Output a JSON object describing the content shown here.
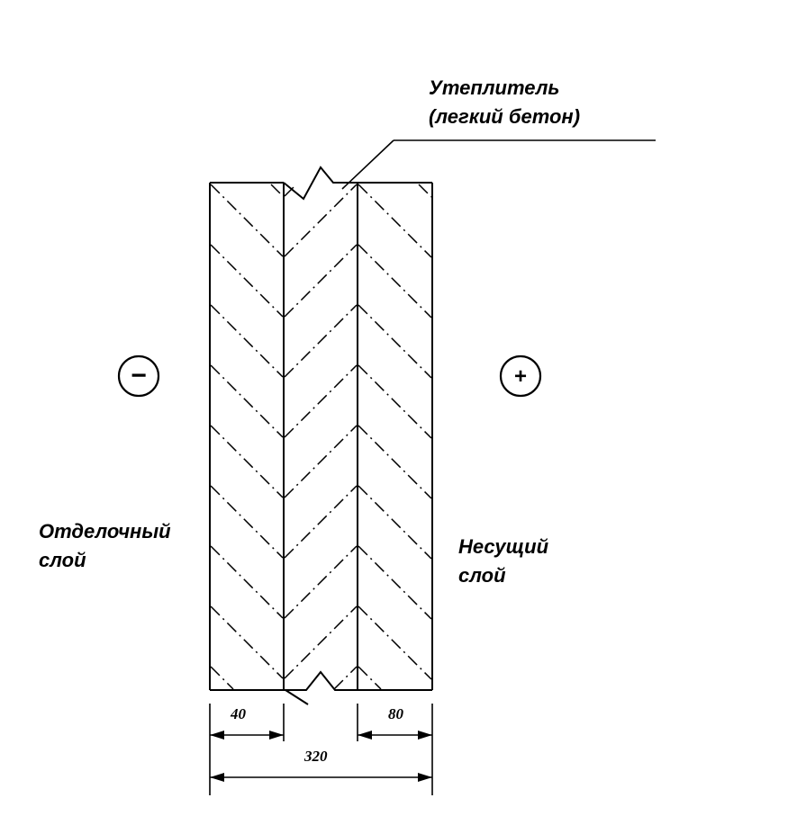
{
  "labels": {
    "insulation_line1": "Утеплитель",
    "insulation_line2": "(легкий бетон)",
    "finish_line1": "Отделочный",
    "finish_line2": "слой",
    "bearing_line1": "Несущий",
    "bearing_line2": "слой"
  },
  "signs": {
    "cold_side": "−",
    "warm_side": "+"
  },
  "dimensions": {
    "finish_layer": "40",
    "bearing_layer": "80",
    "total": "320"
  }
}
